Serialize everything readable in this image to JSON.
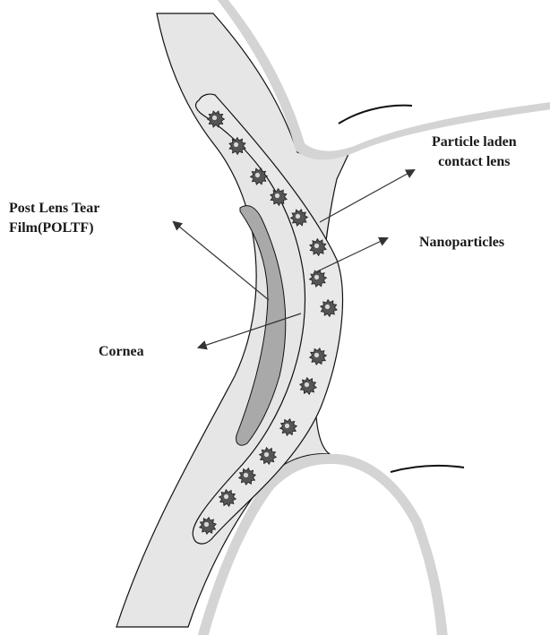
{
  "labels": {
    "particle_laden_line1": "Particle laden",
    "particle_laden_line2": "contact lens",
    "poltf_line1": "Post Lens Tear",
    "poltf_line2": "Film(POLTF)",
    "nanoparticles": "Nanoparticles",
    "cornea": "Cornea"
  },
  "colors": {
    "background": "#ffffff",
    "eyelid_fill": "#ffffff",
    "eyelid_rim": "#d4d4d4",
    "cornea_fill": "#e6e6e6",
    "lens_fill": "#e9e9e9",
    "poltf_fill": "#a9a9a9",
    "particle_fill": "#555555",
    "outline": "#111111"
  },
  "icons": {
    "particle": "spiky-nanoparticle-icon",
    "arrow": "arrowhead-icon"
  }
}
